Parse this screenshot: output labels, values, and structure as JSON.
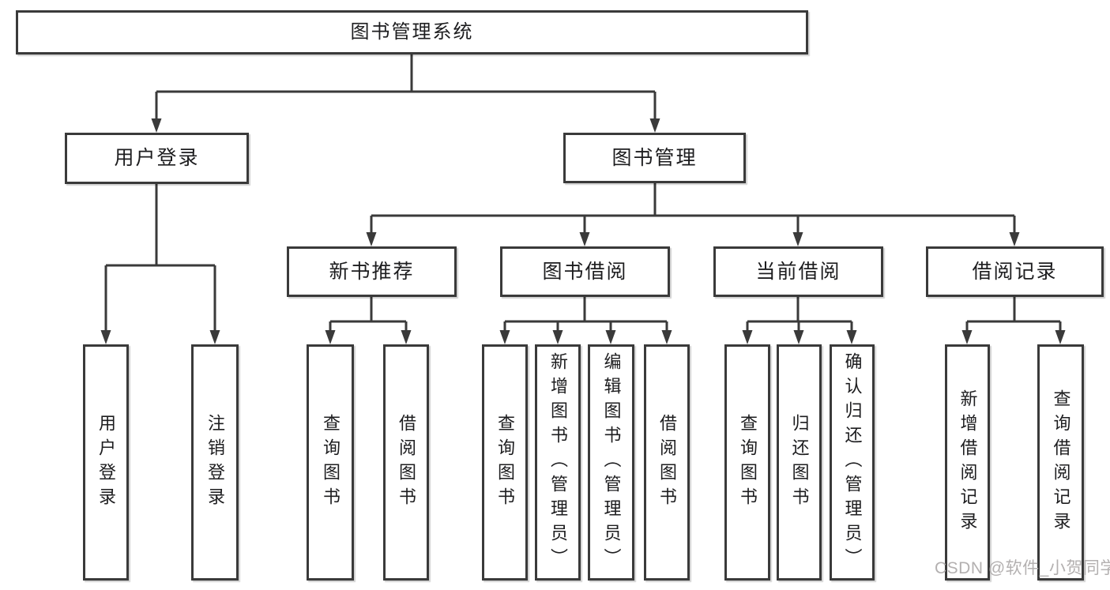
{
  "nodes": {
    "root": "图书管理系统",
    "level2": {
      "user_login": "用户登录",
      "book_mgmt": "图书管理"
    },
    "level3": {
      "new_book_rec": "新书推荐",
      "book_borrow": "图书借阅",
      "current_borrow": "当前借阅",
      "borrow_record": "借阅记录"
    },
    "leaves": {
      "user_login": "用户登录",
      "logout": "注销登录",
      "rec_query_book": "查询图书",
      "rec_borrow_book": "借阅图书",
      "bor_query_book": "查询图书",
      "bor_add_book": "新增图书（管理员）",
      "bor_edit_book": "编辑图书（管理员）",
      "bor_borrow_book": "借阅图书",
      "cur_query_book": "查询图书",
      "cur_return_book": "归还图书",
      "cur_confirm_return": "确认归还（管理员）",
      "rcd_add_record": "新增借阅记录",
      "rcd_query_record": "查询借阅记录"
    }
  },
  "watermark": "CSDN @软件_小贺同学",
  "colors": {
    "line": "#3a3a3a",
    "text": "#1d1d1f",
    "watermark": "#b3b0b0",
    "node_fill": "#ffffff",
    "background": "#ffffff"
  }
}
